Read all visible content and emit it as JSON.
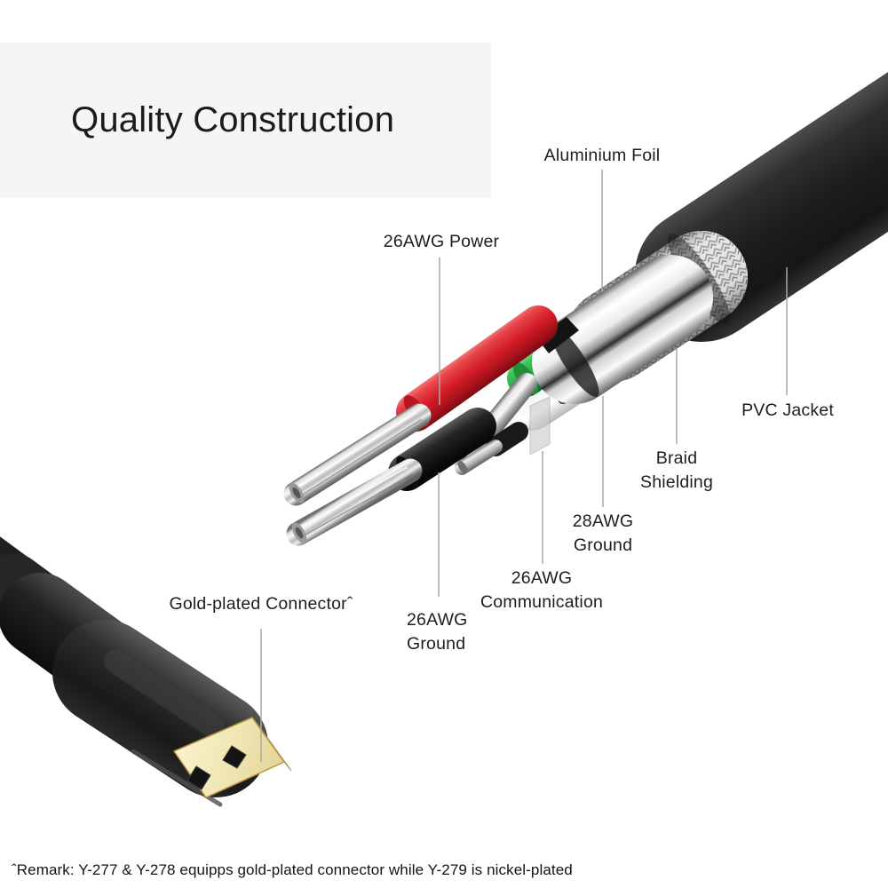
{
  "title": "Quality Construction",
  "labels": {
    "aluminium_foil": "Aluminium Foil",
    "power_26awg": "26AWG Power",
    "pvc_jacket": "PVC Jacket",
    "braid_shielding": "Braid\nShielding",
    "ground_28awg": "28AWG\nGround",
    "communication_26awg": "26AWG\nCommunication",
    "ground_26awg": "26AWG\nGround",
    "gold_connector": "Gold-plated Connectorˆ"
  },
  "footnote": "ˆRemark: Y-277 & Y-278 equipps gold-plated connector while Y-279 is nickel-plated",
  "colors": {
    "background": "#ffffff",
    "title_panel": "#f5f5f5",
    "text": "#1d1d1f",
    "callout_line": "#a9a9a9",
    "pvc_jacket_black": "#222222",
    "wire_power_red": "#d31c27",
    "wire_communication_green": "#28a844",
    "wire_ground_black": "#1f1f1f",
    "ground_28awg_gold": "#d9bd72",
    "strand_silver": "#c7c7c7",
    "braid_silver": "#e8e8e8",
    "connector_gold": "#f0e6b2"
  }
}
